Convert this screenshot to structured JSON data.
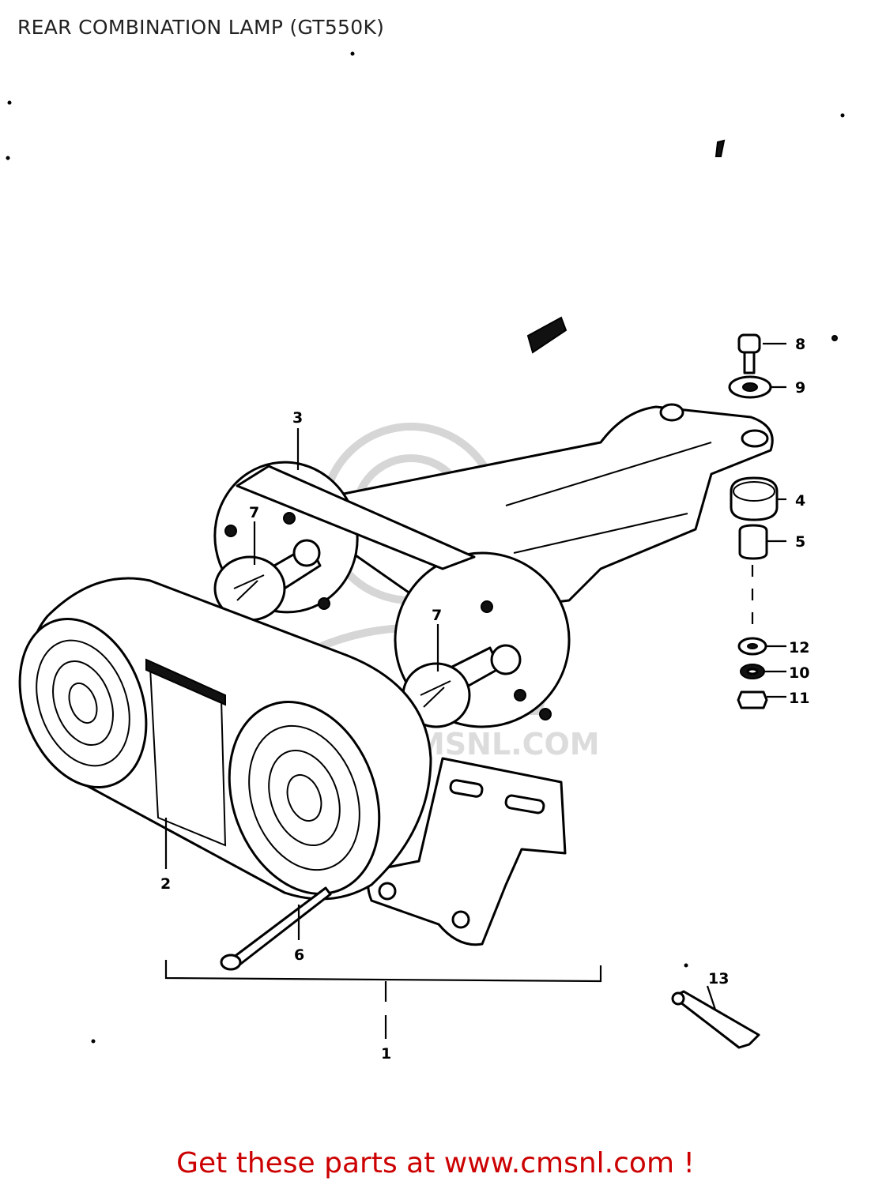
{
  "title": "REAR COMBINATION LAMP (GT550K)",
  "footer": {
    "text": "Get these parts at www.cmsnl.com !",
    "color": "#cc0000"
  },
  "watermark": {
    "text": "WWW.CMSNL.COM"
  },
  "callouts": [
    {
      "key": "3",
      "label": "3"
    },
    {
      "key": "7a",
      "label": "7"
    },
    {
      "key": "7b",
      "label": "7"
    },
    {
      "key": "8",
      "label": "8"
    },
    {
      "key": "9",
      "label": "9"
    },
    {
      "key": "4",
      "label": "4"
    },
    {
      "key": "5",
      "label": "5"
    },
    {
      "key": "12",
      "label": "12"
    },
    {
      "key": "10",
      "label": "10"
    },
    {
      "key": "11",
      "label": "11"
    },
    {
      "key": "2",
      "label": "2"
    },
    {
      "key": "6",
      "label": "6"
    },
    {
      "key": "13",
      "label": "13"
    },
    {
      "key": "1",
      "label": "1"
    }
  ]
}
